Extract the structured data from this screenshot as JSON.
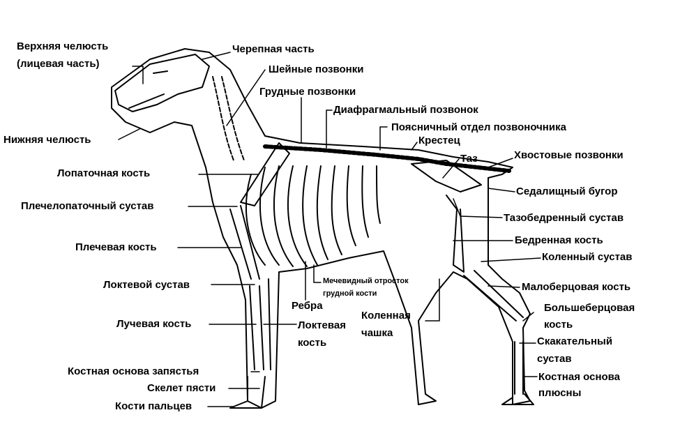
{
  "labels": {
    "upper_jaw": "Верхняя челюсть",
    "upper_jaw_sub": "(лицевая часть)",
    "cranium": "Черепная часть",
    "cervical": "Шейные позвонки",
    "thoracic": "Грудные позвонки",
    "diaphragmatic": "Диафрагмальный позвонок",
    "lumbar": "Поясничный отдел позвоночника",
    "sacrum": "Крестец",
    "pelvis": "Таз",
    "caudal": "Хвостовые позвонки",
    "lower_jaw": "Нижняя челюсть",
    "scapula": "Лопаточная кость",
    "ischial": "Седалищный бугор",
    "shoulder": "Плечелопаточный сустав",
    "hip": "Тазобедренный сустав",
    "femur": "Бедренная кость",
    "humerus": "Плечевая кость",
    "knee": "Коленный сустав",
    "xiphoid_1": "Мечевидный отросток",
    "xiphoid_2": "грудной кости",
    "elbow": "Локтевой сустав",
    "fibula": "Малоберцовая кость",
    "ribs": "Ребра",
    "patella_1": "Коленная",
    "patella_2": "чашка",
    "tibia_1": "Большеберцовая",
    "tibia_2": "кость",
    "radius": "Лучевая кость",
    "ulna_1": "Локтевая",
    "ulna_2": "кость",
    "hock_1": "Скакательный",
    "hock_2": "сустав",
    "carpus": "Костная основа запястья",
    "metacarpus": "Скелет пясти",
    "metatarsus_1": "Костная основа",
    "metatarsus_2": "плюсны",
    "phalanges": "Кости пальцев"
  }
}
